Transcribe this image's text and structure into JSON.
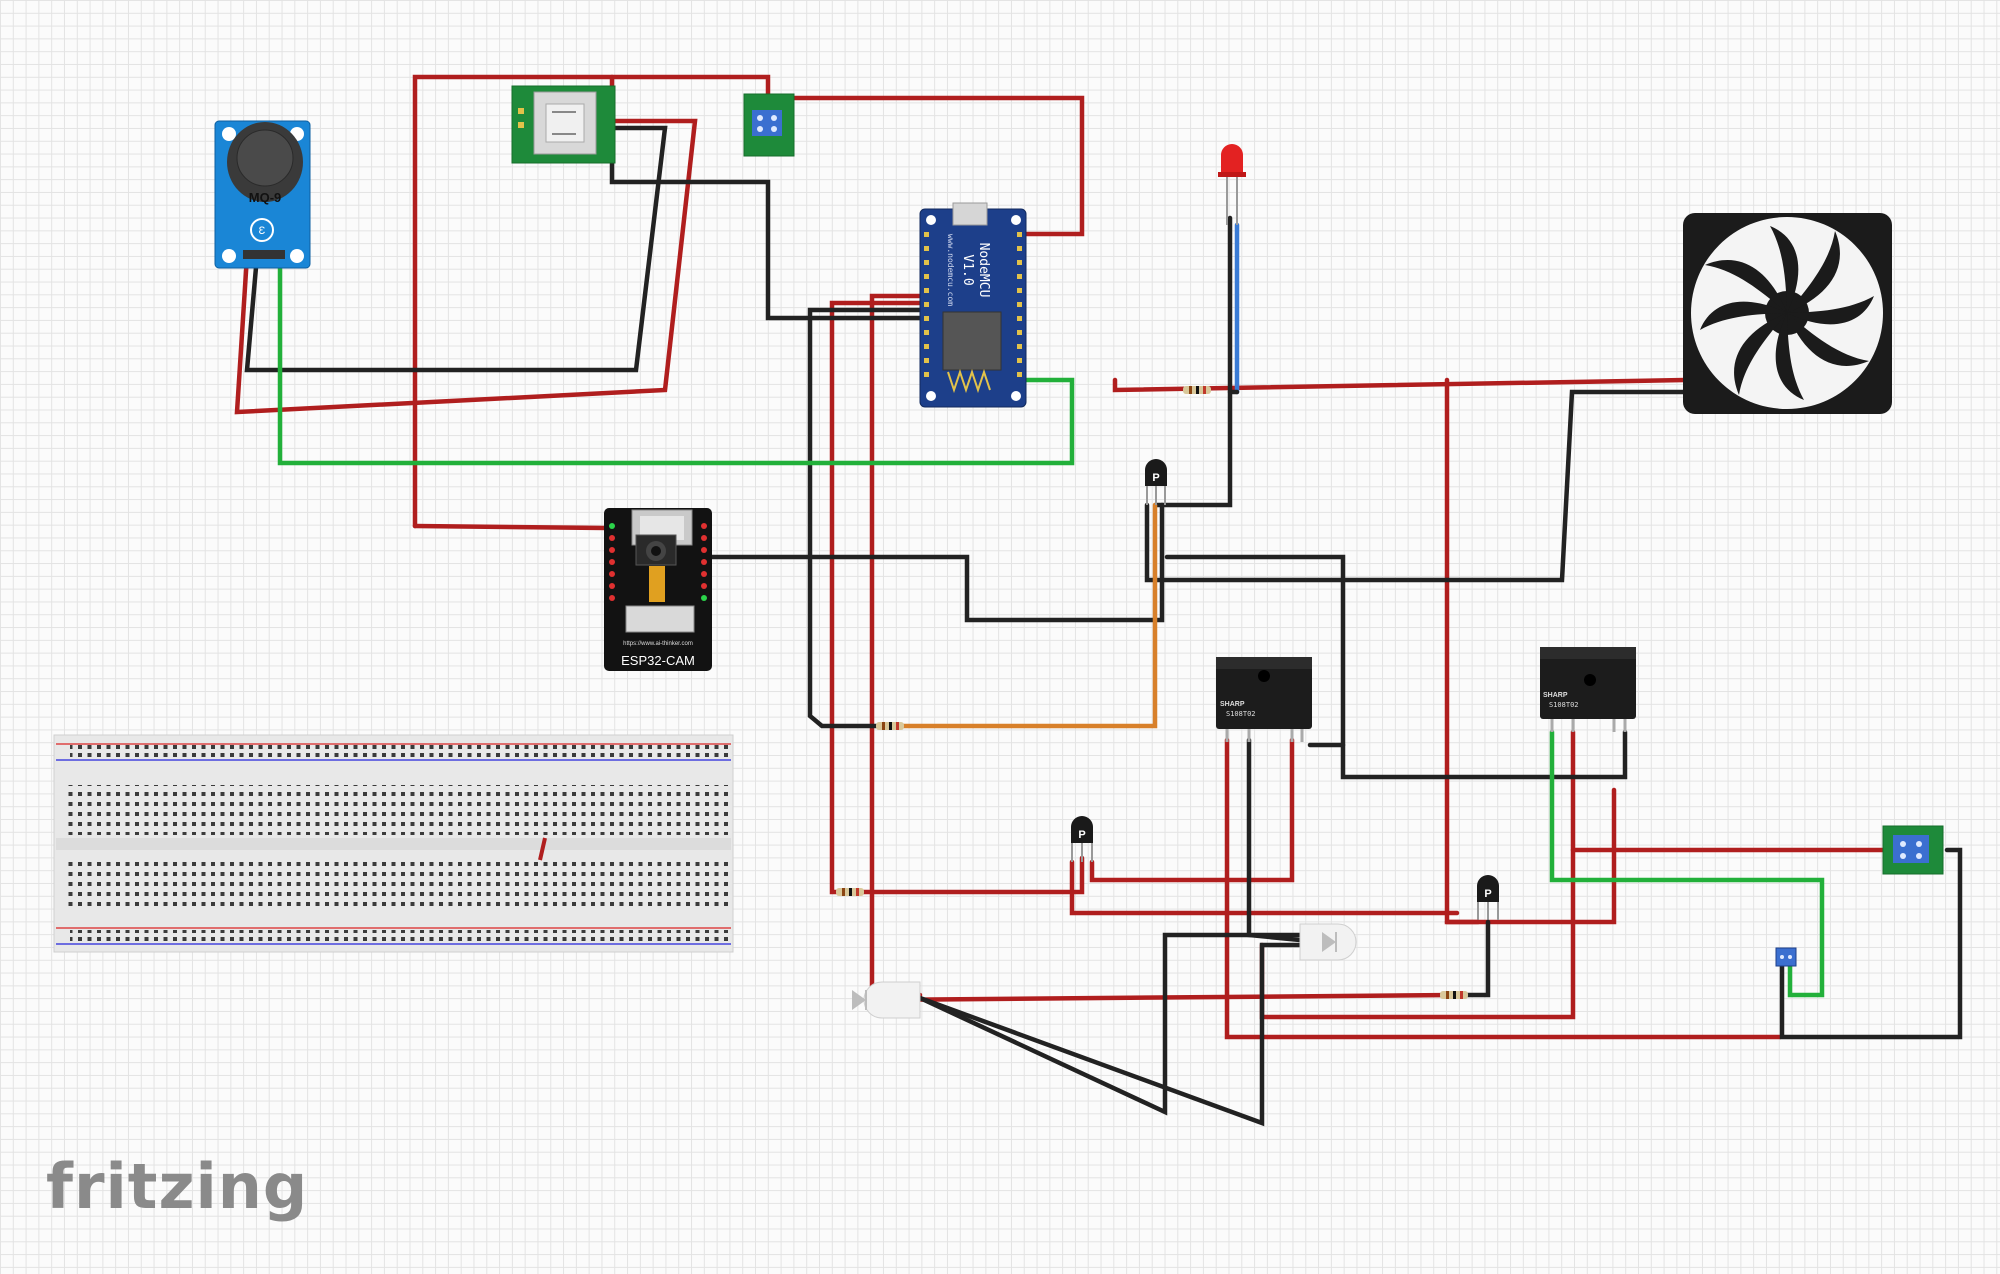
{
  "app": {
    "brand": "fritzing"
  },
  "components": {
    "gas_sensor": {
      "label": "MQ-9"
    },
    "mcu": {
      "label_line1": "NodeMCU",
      "label_line2": "V1.0",
      "side_text": "www.nodemcu.com"
    },
    "camera": {
      "label": "ESP32-CAM",
      "url": "https://www.ai-thinker.com"
    },
    "relay_1": {
      "brand": "SHARP",
      "code": "S108T02"
    },
    "relay_2": {
      "brand": "SHARP",
      "code": "S108T02"
    },
    "transistors": [
      "P",
      "P",
      "P"
    ]
  },
  "colors": {
    "wire_red": "#b01e1e",
    "wire_black": "#222222",
    "wire_green": "#22b03a",
    "wire_orange": "#d8802a",
    "wire_blue": "#3a7bd5",
    "grid": "#e3e3e3",
    "brand": "#8a8a8a"
  },
  "icons": [
    "fan-icon",
    "gas-sensor-icon",
    "usb-port-icon",
    "terminal-block-icon",
    "led-icon",
    "camera-icon"
  ]
}
